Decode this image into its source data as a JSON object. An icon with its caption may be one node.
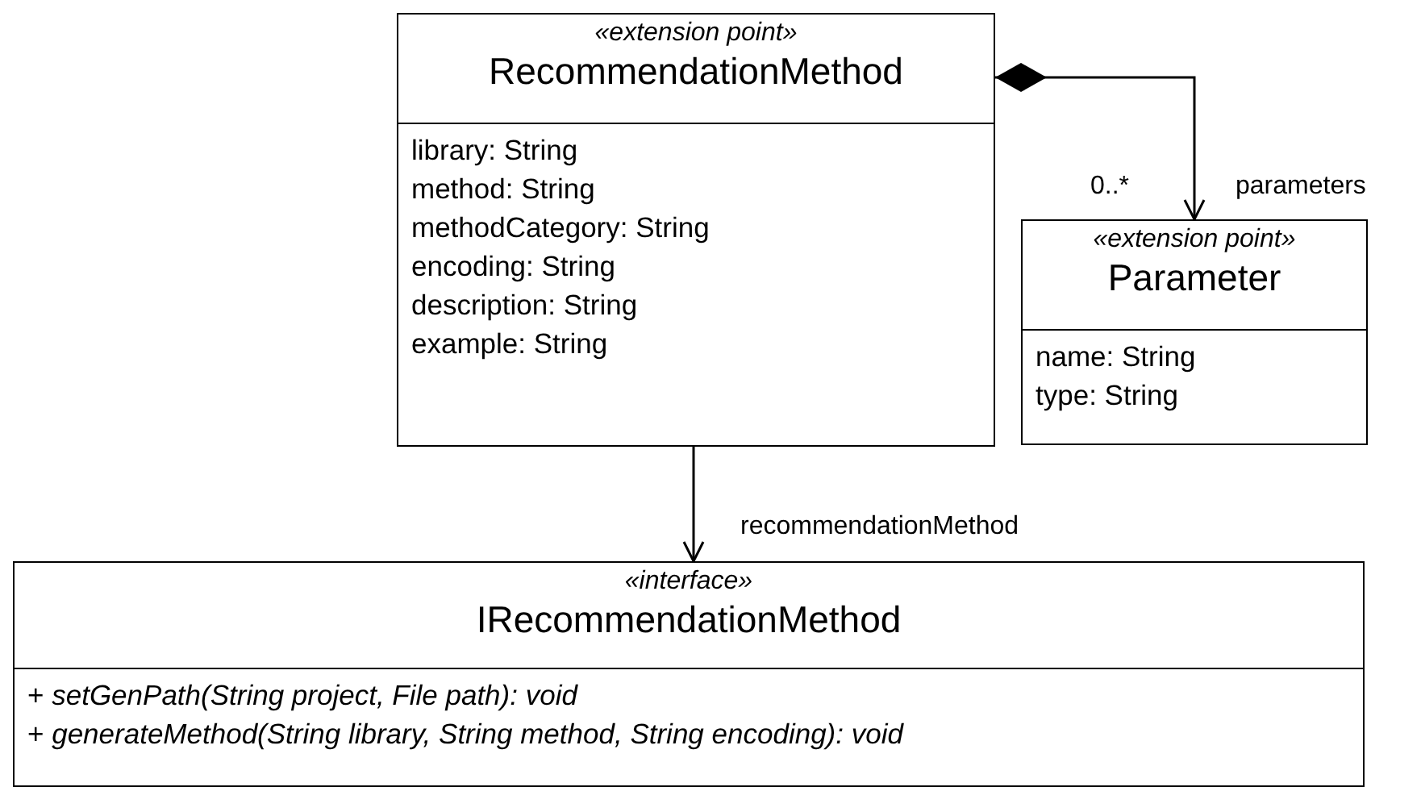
{
  "diagram": {
    "nodes": [
      {
        "text": [
          "«extension point»",
          "RecommendationMethod",
          "library: String",
          "method: String",
          "methodCategory: String",
          "encoding: String",
          "description: String",
          "example: String"
        ]
      },
      {
        "text": [
          "«extension point»",
          "Parameter",
          "name: String",
          "type: String"
        ]
      },
      {
        "text": [
          "«interface»",
          "IRecommendationMethod",
          "+ *setGenPath(String project, File path): void*",
          "+ *generateMethod(String library, String method, String encoding): void*"
        ]
      }
    ],
    "edges": [
      {
        "from": 0,
        "to": 1,
        "arrow": "to",
        "label": "parameters"
      },
      {
        "from": 0,
        "to": 2,
        "arrow": "to",
        "label": "recommendationMethod"
      }
    ],
    "labels": [
      "0..*"
    ]
  }
}
